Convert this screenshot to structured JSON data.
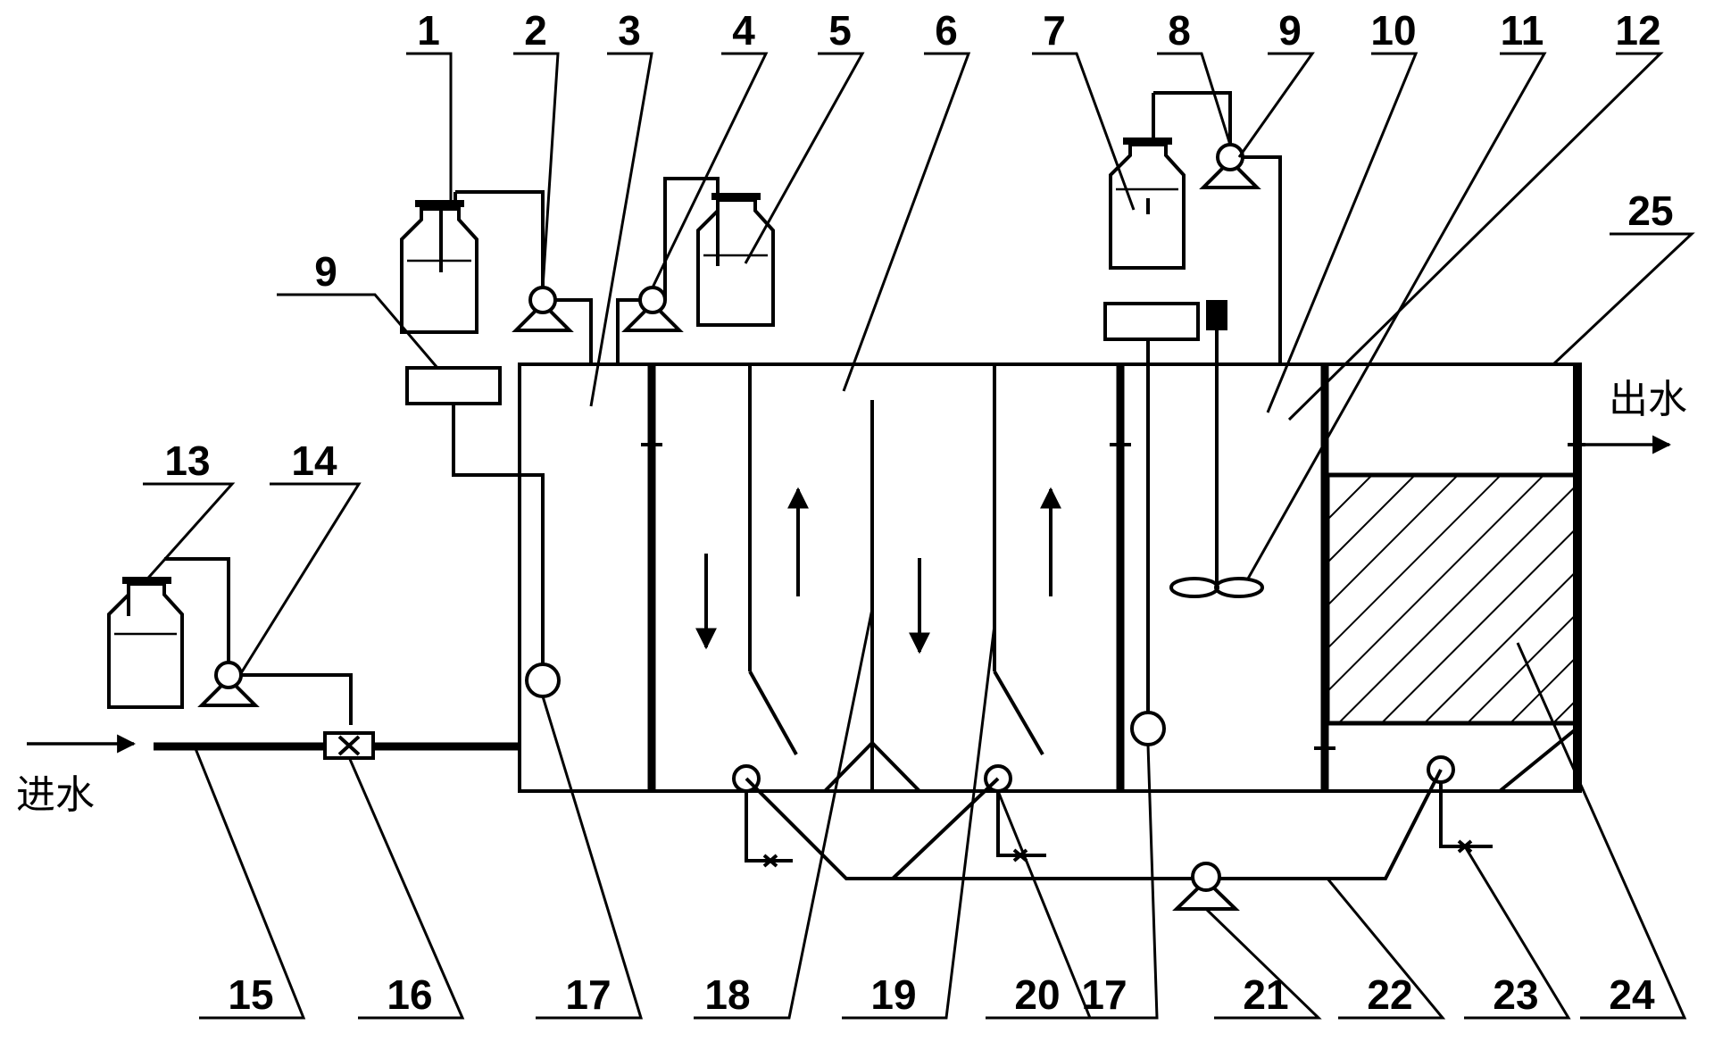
{
  "labels": {
    "inlet": "进水",
    "outlet": "出水"
  },
  "callouts": {
    "c1": "1",
    "c2": "2",
    "c3": "3",
    "c4": "4",
    "c5": "5",
    "c6": "6",
    "c7": "7",
    "c8": "8",
    "c9_left": "9",
    "c9_right": "9",
    "c10": "10",
    "c11": "11",
    "c12": "12",
    "c13": "13",
    "c14": "14",
    "c15": "15",
    "c16": "16",
    "c17_left": "17",
    "c17_right": "17",
    "c18": "18",
    "c19": "19",
    "c20": "20",
    "c21": "21",
    "c22": "22",
    "c23": "23",
    "c24": "24",
    "c25": "25"
  },
  "colors": {
    "ink": "#000000",
    "paper": "#ffffff"
  }
}
